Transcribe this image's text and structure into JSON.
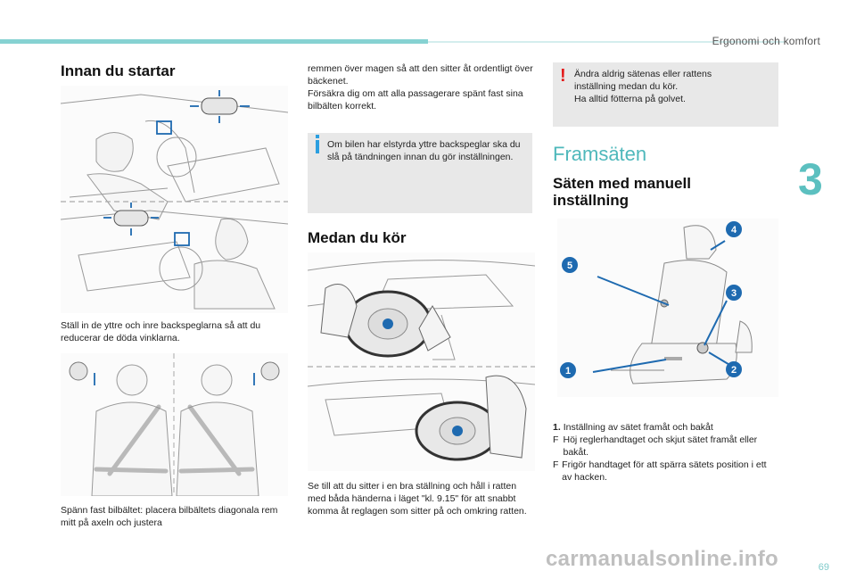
{
  "header": {
    "section": "Ergonomi och komfort",
    "chapter_number": "3",
    "page_number": "69"
  },
  "watermark": "carmanualsonline.info",
  "col1": {
    "title": "Innan du startar",
    "caption_mirrors": "Ställ in de yttre och inre backspeglarna så att du reducerar de döda vinklarna.",
    "caption_belt": "Spänn fast bilbältet: placera bilbältets diagonala rem mitt på axeln och justera"
  },
  "col2": {
    "text_continued_1": "remmen över magen så att den sitter åt ordentligt över bäckenet.",
    "text_continued_2": "Försäkra dig om att alla passagerare spänt fast sina bilbälten korrekt.",
    "info_note": "Om bilen har elstyrda yttre backspeglar ska du slå på tändningen innan du gör inställningen.",
    "title_driving": "Medan du kör",
    "caption_wheel": "Se till att du sitter i en bra ställning och håll i ratten med båda händerna i läget \"kl. 9.15\" för att snabbt komma åt reglagen som sitter på och omkring ratten."
  },
  "col3": {
    "warning_note": "Ändra aldrig sätenas eller rattens inställning medan du kör.\nHa alltid fötterna på golvet.",
    "warning_line1": "Ändra aldrig sätenas eller rattens",
    "warning_line2": "inställning medan du kör.",
    "warning_line3": "Ha alltid fötterna på golvet.",
    "title_front_seats": "Framsäten",
    "title_manual_1": "Säten med manuell",
    "title_manual_2": "inställning",
    "callouts": [
      "1",
      "2",
      "3",
      "4",
      "5"
    ],
    "item1_title_number": "1.",
    "item1_title": "Inställning av sätet framåt och bakåt",
    "item1_bullet1": "Höj reglerhandtaget och skjut sätet framåt eller bakåt.",
    "item1_bullet2": "Frigör handtaget för att spärra sätets position i ett av hacken.",
    "bullet_symbol": "F"
  },
  "colors": {
    "accent": "#5cc0c0",
    "info_blue": "#2b9fe0",
    "warning_red": "#e31a1a",
    "note_bg": "#e8e8e8",
    "callout_blue": "#1e6ab0"
  }
}
